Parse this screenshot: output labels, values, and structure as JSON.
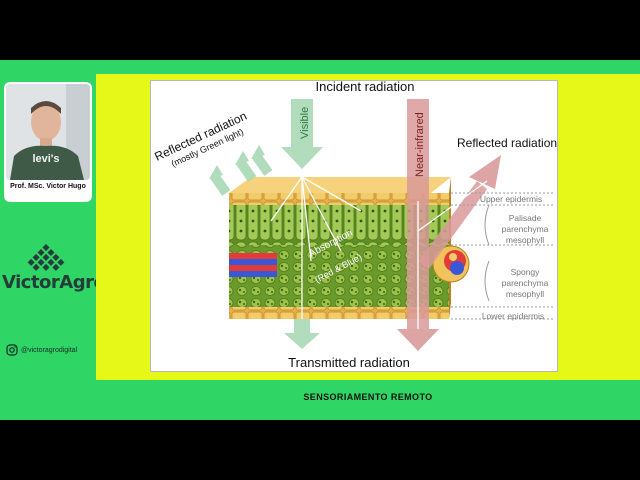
{
  "presenter": {
    "name": "Prof. MSc. Victor Hugo",
    "shirt_text": "levi's"
  },
  "brand": {
    "logo_text": "VictorAgro",
    "instagram": "@victoragrodigital"
  },
  "caption": "SENSORIAMENTO  REMOTO",
  "diagram": {
    "incident": "Incident radiation",
    "transmitted": "Transmitted radiation",
    "reflected_left_1": "Reflected radiation",
    "reflected_left_2": "(mostly Green light)",
    "reflected_right": "Reflected radiation",
    "visible": "Visible",
    "near_infrared": "Near-infrared",
    "absorption": "Absorption",
    "red_blue": "(Red & Blue)",
    "layers": [
      "Upper epidermis",
      "Palisade",
      "parenchyma",
      "mesophyll",
      "Spongy",
      "parenchyma",
      "mesophyll",
      "Lower epidermis"
    ]
  },
  "colors": {
    "visible_arrow": "#a9d9b5",
    "nir_arrow": "#d99a9a",
    "slide_bg": "#e6f817",
    "outer_bg": "#2fd565"
  }
}
